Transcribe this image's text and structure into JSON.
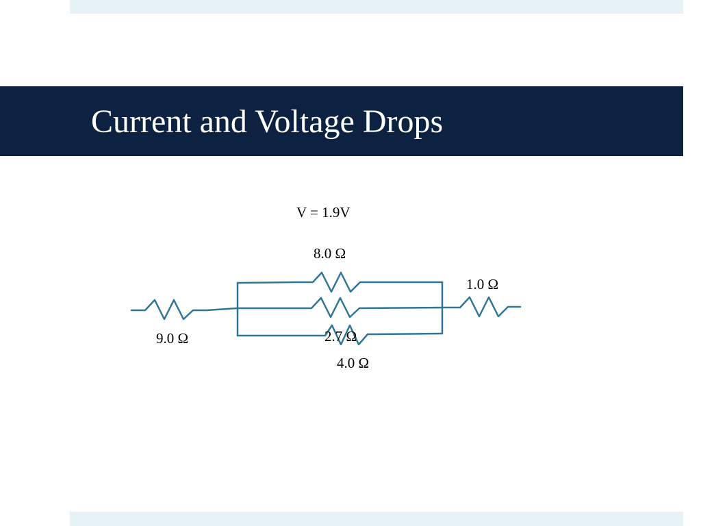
{
  "slide": {
    "title": "Current and Voltage Drops"
  },
  "circuit": {
    "source_voltage_label": "V = 1.9V",
    "resistors": {
      "series_left": "9.0 Ω",
      "parallel_top": "8.0 Ω",
      "parallel_middle": "2.7 Ω",
      "parallel_bottom": "4.0 Ω",
      "series_right": "1.0 Ω"
    }
  },
  "colors": {
    "title_bar": "#0d2240",
    "title_text": "#ffffff",
    "band": "#e6f2f8",
    "wire": "#2f7596",
    "label_text": "#000000"
  }
}
